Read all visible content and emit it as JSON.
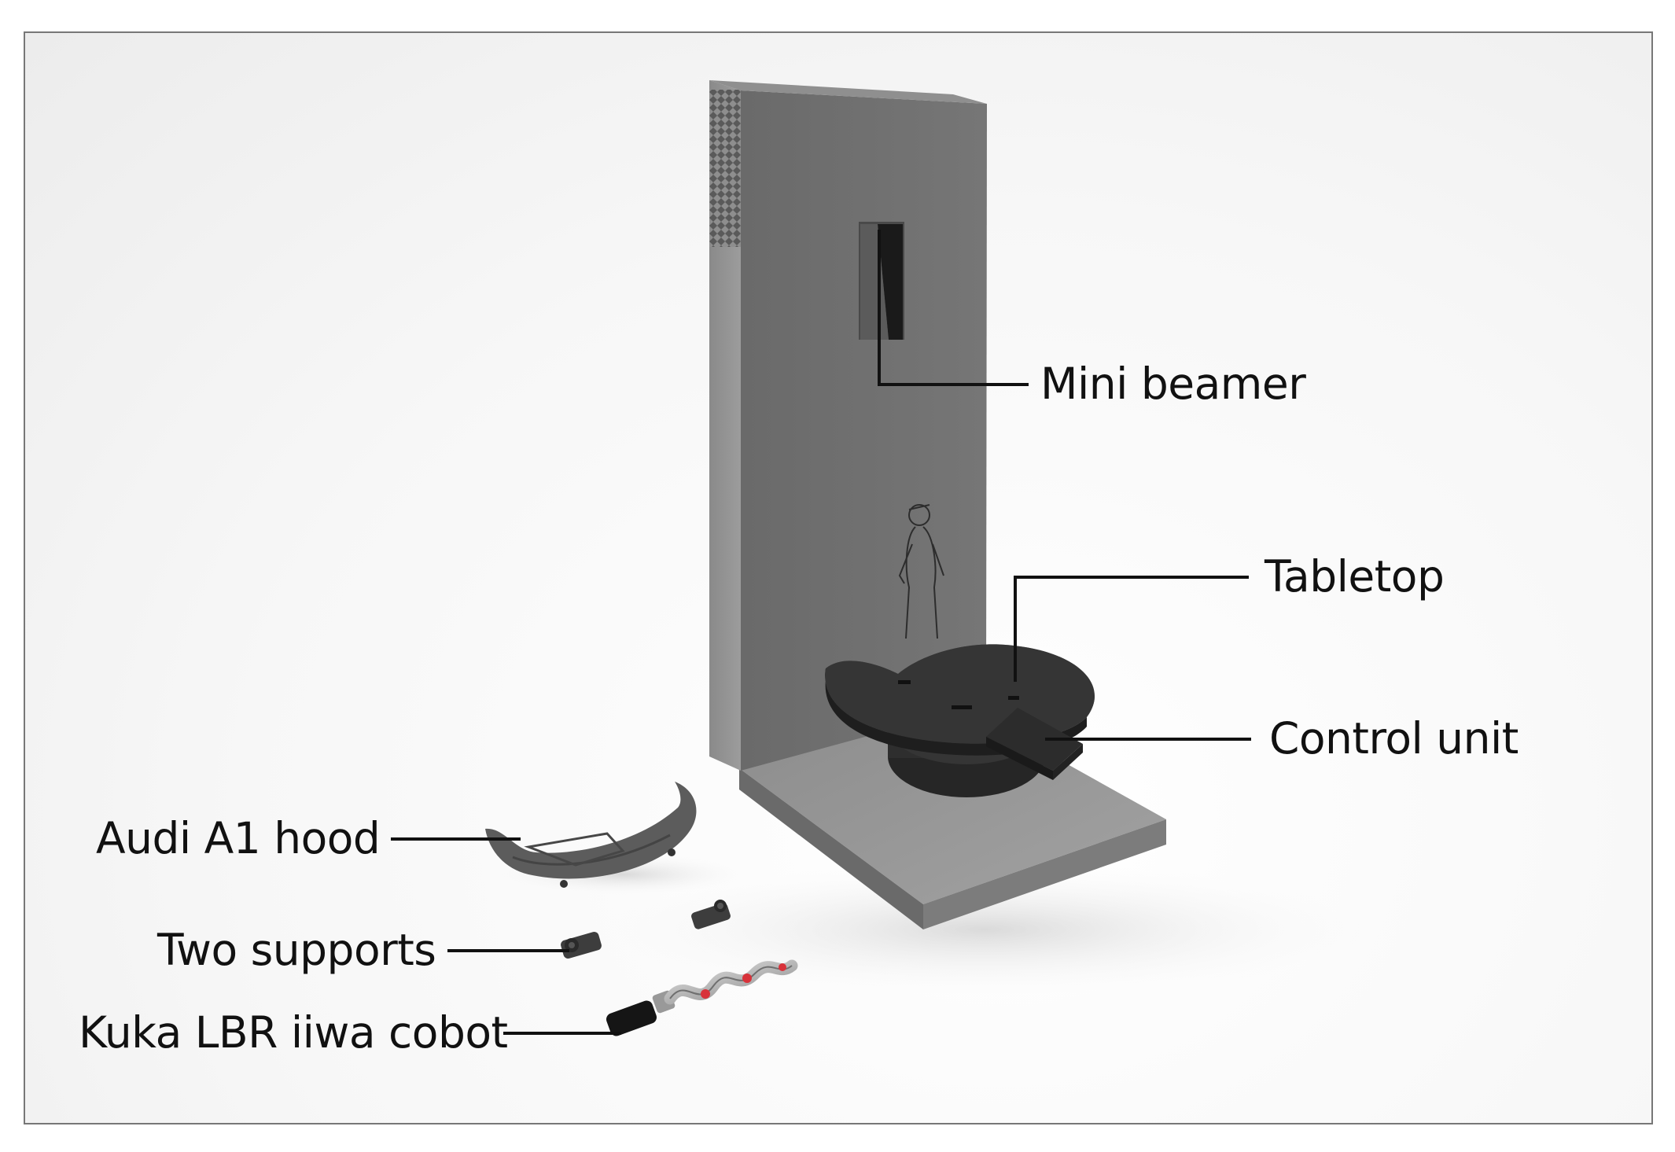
{
  "labels": {
    "mini_beamer": "Mini beamer",
    "tabletop": "Tabletop",
    "control_unit": "Control unit",
    "audi_hood": "Audi A1 hood",
    "two_supports": "Two supports",
    "kuka_cobot": "Kuka LBR iiwa cobot"
  },
  "colors": {
    "frame_border": "#777777",
    "tower": "#6f6f6f",
    "table": "#3a3a3a",
    "leader_line": "#111111",
    "cobot_accent": "#d8323a"
  }
}
